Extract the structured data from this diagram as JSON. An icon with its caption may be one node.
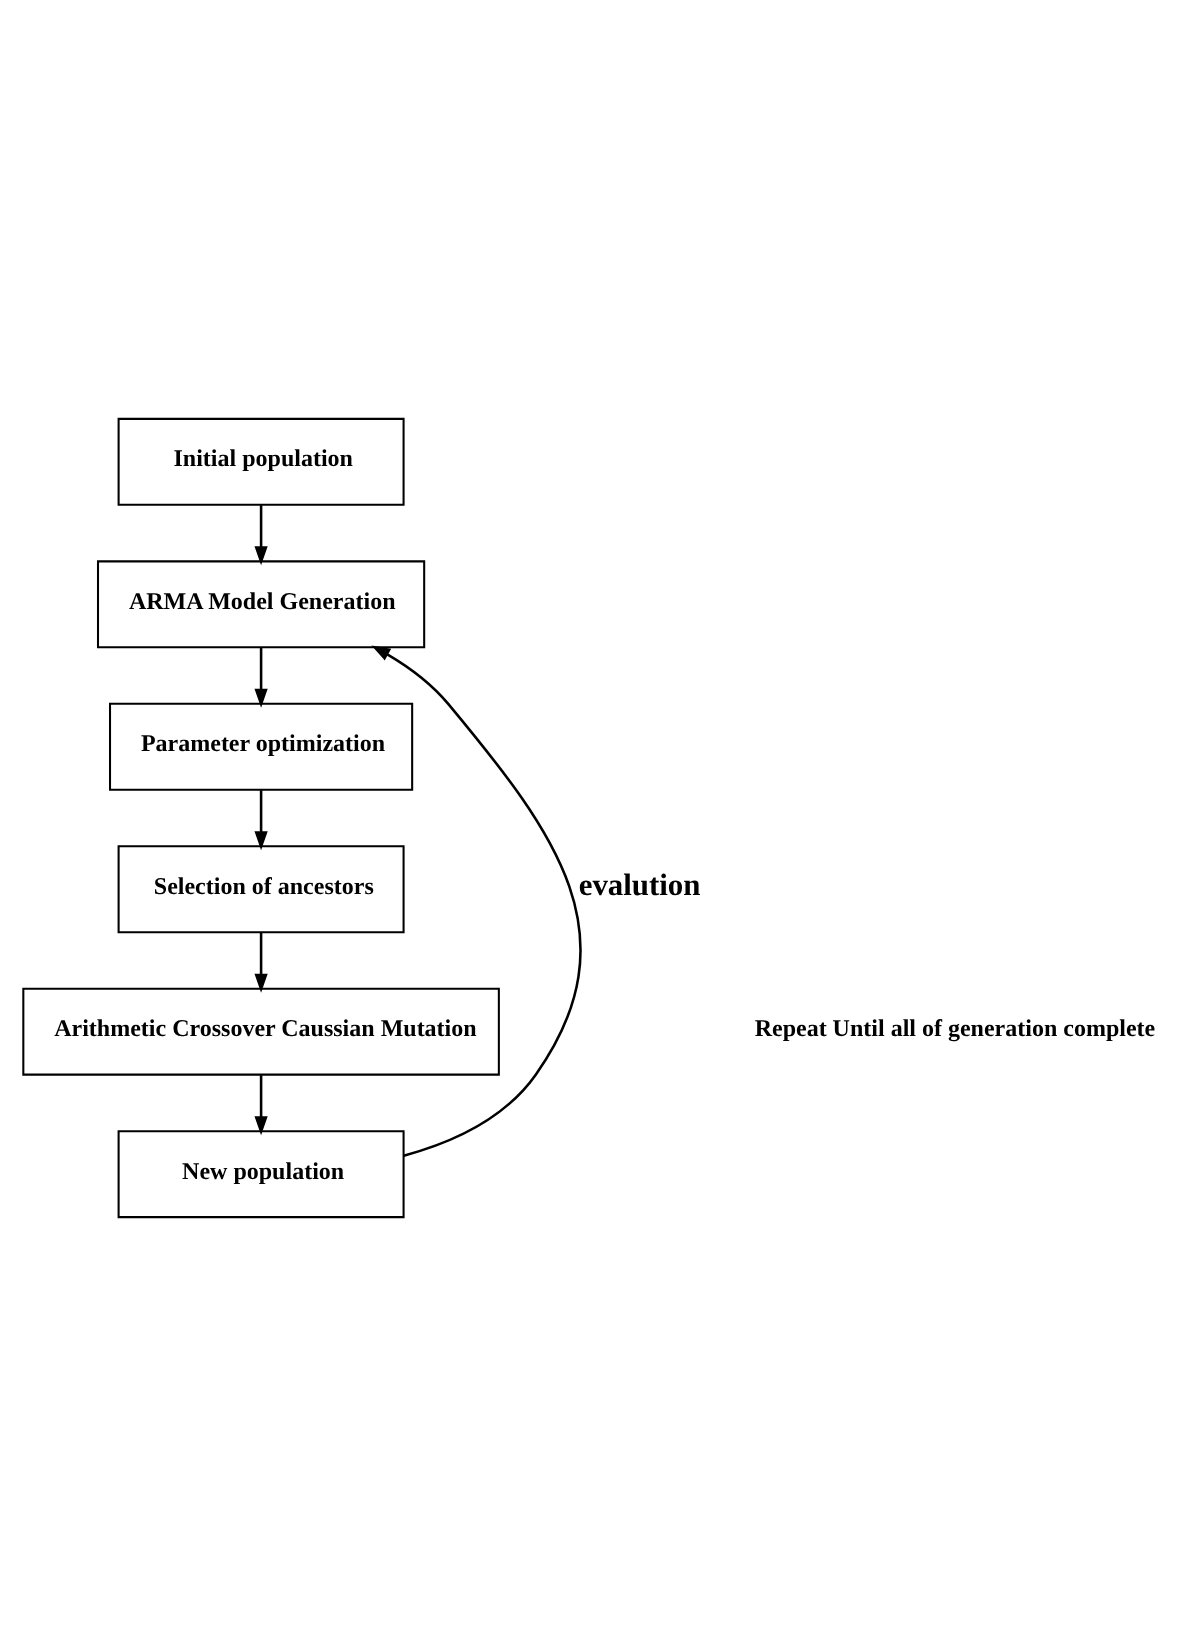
{
  "diagram": {
    "nodes": [
      {
        "text": [
          "Initial population"
        ]
      },
      {
        "text": [
          "ARMA Model Generation"
        ]
      },
      {
        "text": [
          "Parameter optimization"
        ]
      },
      {
        "text": [
          "Selection of ancestors"
        ]
      },
      {
        "text": [
          "Arithmetic Crossover Caussian Mutation"
        ]
      },
      {
        "text": [
          "New population"
        ]
      }
    ],
    "edges": [
      {
        "from": 0,
        "to": 1,
        "arrow": "to"
      },
      {
        "from": 1,
        "to": 2,
        "arrow": "to"
      },
      {
        "from": 2,
        "to": 3,
        "arrow": "to"
      },
      {
        "from": 3,
        "to": 4,
        "arrow": "to"
      },
      {
        "from": 4,
        "to": 5,
        "arrow": "to"
      },
      {
        "from": 5,
        "to": 1,
        "arrow": "to",
        "label": "evalution"
      }
    ],
    "labels": [
      "Repeat Until all of generation complete"
    ]
  }
}
